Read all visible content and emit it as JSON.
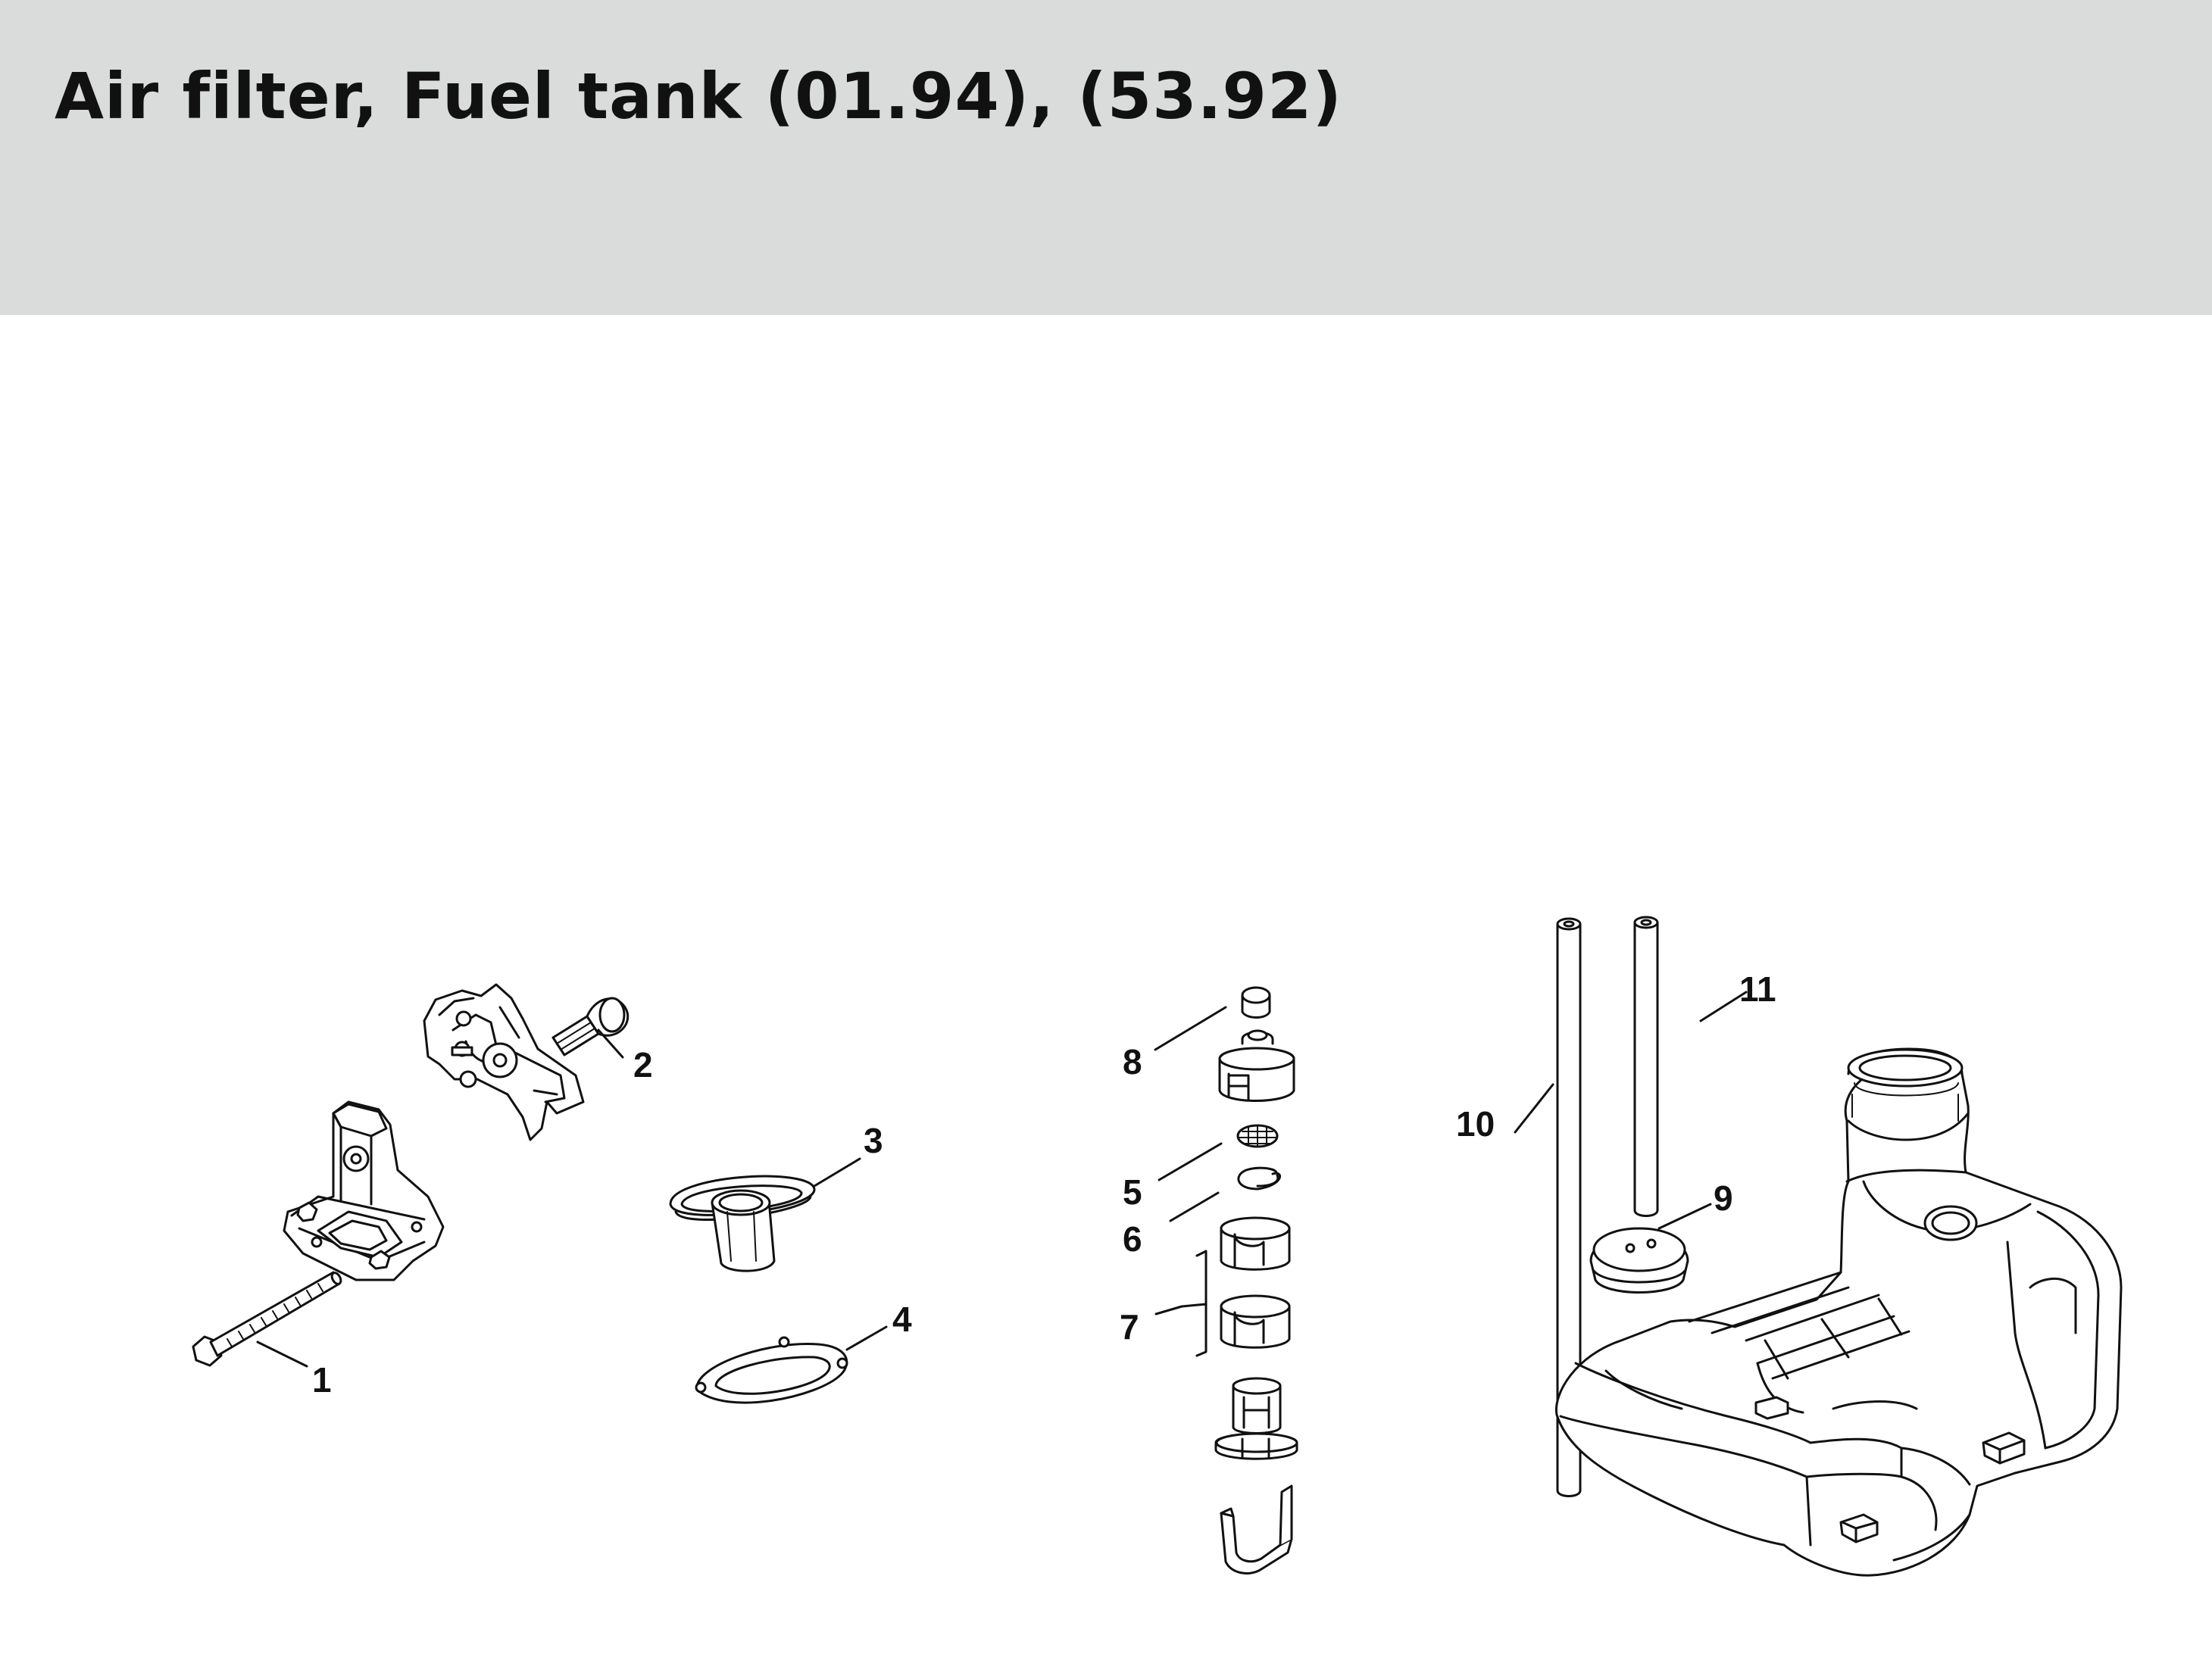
{
  "title": "Air filter, Fuel tank (01.94), (53.92)",
  "colors": {
    "header_bg": "#d9dcdb",
    "line": "#111111",
    "hatch": "#555555"
  },
  "callouts": [
    {
      "id": "1",
      "label": "1"
    },
    {
      "id": "2",
      "label": "2"
    },
    {
      "id": "3",
      "label": "3"
    },
    {
      "id": "4",
      "label": "4"
    },
    {
      "id": "5",
      "label": "5"
    },
    {
      "id": "6",
      "label": "6"
    },
    {
      "id": "7",
      "label": "7"
    },
    {
      "id": "8",
      "label": "8"
    },
    {
      "id": "9",
      "label": "9"
    },
    {
      "id": "10",
      "label": "10"
    },
    {
      "id": "11",
      "label": "11"
    }
  ]
}
